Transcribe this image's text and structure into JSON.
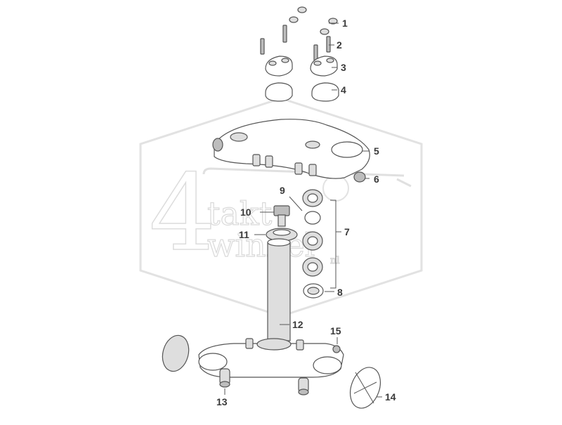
{
  "watermark": {
    "numeral": "4",
    "line1": "takt",
    "line2": "winkel",
    "suffix": "nl"
  },
  "callouts": [
    {
      "id": "c1",
      "label": "1"
    },
    {
      "id": "c2",
      "label": "2"
    },
    {
      "id": "c3",
      "label": "3"
    },
    {
      "id": "c4",
      "label": "4"
    },
    {
      "id": "c5",
      "label": "5"
    },
    {
      "id": "c6",
      "label": "6"
    },
    {
      "id": "c7",
      "label": "7"
    },
    {
      "id": "c8",
      "label": "8"
    },
    {
      "id": "c9",
      "label": "9"
    },
    {
      "id": "c10",
      "label": "10"
    },
    {
      "id": "c11",
      "label": "11"
    },
    {
      "id": "c12",
      "label": "12"
    },
    {
      "id": "c13",
      "label": "13"
    },
    {
      "id": "c14",
      "label": "14"
    },
    {
      "id": "c15",
      "label": "15"
    }
  ]
}
